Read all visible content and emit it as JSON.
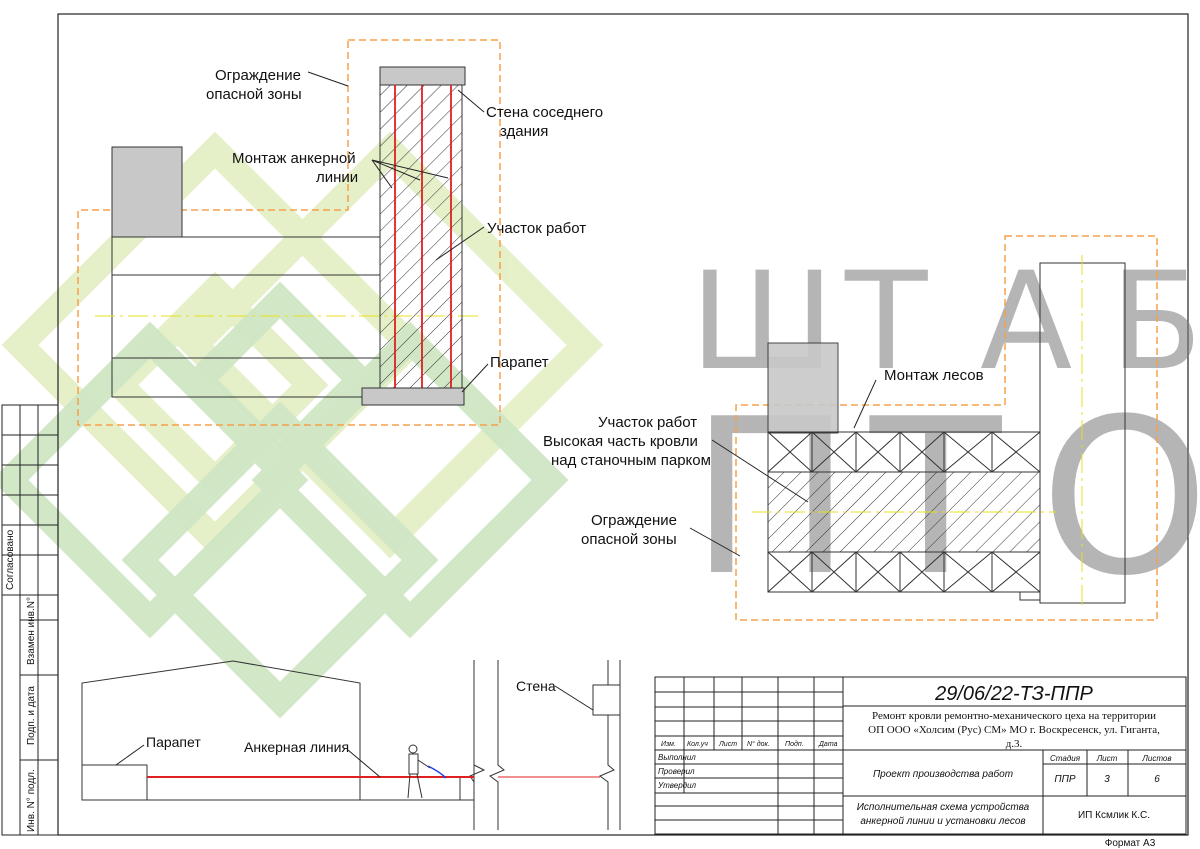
{
  "drawing": {
    "labels": {
      "fence_top": [
        "Ограждение",
        "опасной зоны"
      ],
      "neighbor_wall": [
        "Стена соседнего",
        "здания"
      ],
      "anchor_mount": [
        "Монтаж анкерной",
        "линии"
      ],
      "work_area_top": "Участок работ",
      "parapet_top": "Парапет",
      "scaffold_mount": "Монтаж лесов",
      "work_area_right": [
        "Участок работ",
        "Высокая часть кровли",
        "над станочным парком"
      ],
      "fence_right": [
        "Ограждение",
        "опасной зоны"
      ],
      "section_parapet": "Парапет",
      "section_anchor_line": "Анкерная линия",
      "section_wall": "Стена"
    }
  },
  "watermark": {
    "top_letters": [
      "Ш",
      "Т",
      "А",
      "Б"
    ],
    "bottom_letters": [
      "П",
      "Т",
      "О"
    ]
  },
  "side_stamp": {
    "agreed": "Согласовано",
    "replace_inv": "Взамен инв.N°",
    "sign_date": "Подп. и дата",
    "inv_orig": "Инв. N° подл."
  },
  "title_block": {
    "doc_code": "29/06/22-ТЗ-ППР",
    "project_desc": [
      "Ремонт кровли ремонтно-механического цеха на территории",
      "ОП ООО «Холсим (Рус) СМ» МО г. Воскресенск, ул. Гиганта,",
      "д.3."
    ],
    "col_headers": [
      "Изм.",
      "Кол.уч",
      "Лист",
      "N° док.",
      "Подп.",
      "Дата"
    ],
    "roles": [
      "Выполнил",
      "Проверил",
      "Утвердил"
    ],
    "stage_label": "Стадия",
    "sheet_label": "Лист",
    "sheets_label": "Листов",
    "project_type": "Проект производства работ",
    "stage": "ППР",
    "sheet": "3",
    "sheets": "6",
    "sheet_title": [
      "Исполнительная схема устройства",
      "анкерной линии и установки лесов"
    ],
    "company": "ИП Ксмлик К.С."
  },
  "format": "Формат А3",
  "colors": {
    "fence": "#f5a04a",
    "anchor_line": "#e02020",
    "axis": "#e8e020",
    "fill_gray": "#c8c8c8",
    "watermark_green_light": "#e3efc4",
    "watermark_green": "#cfe6c4"
  }
}
